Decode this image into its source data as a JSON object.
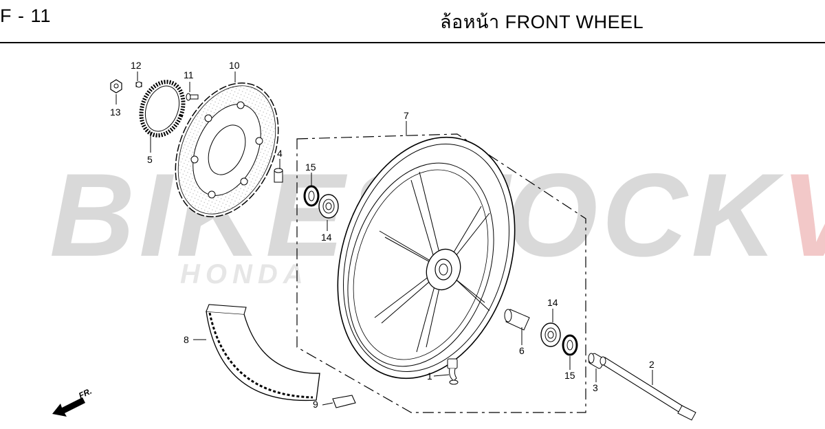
{
  "header": {
    "code": "F - 11",
    "title": "ล้อหน้า  FRONT WHEEL"
  },
  "watermark": {
    "dark_text": "BIKESTOCK",
    "accent_text": "VN",
    "sub_text": "HONDA",
    "dark_color": "#d9d9d9",
    "accent_color": "#f2c8c8"
  },
  "direction_marker": {
    "label": "FR.",
    "icon": "arrow-left-down-icon"
  },
  "parts": [
    {
      "ref": "1",
      "name": "valve-stem"
    },
    {
      "ref": "2",
      "name": "front-axle"
    },
    {
      "ref": "3",
      "name": "axle-collar"
    },
    {
      "ref": "4",
      "name": "side-collar"
    },
    {
      "ref": "5",
      "name": "abs-pulser-ring"
    },
    {
      "ref": "6",
      "name": "distance-collar"
    },
    {
      "ref": "7",
      "name": "front-wheel"
    },
    {
      "ref": "8",
      "name": "wheel-sticker"
    },
    {
      "ref": "9",
      "name": "balance-weight"
    },
    {
      "ref": "10",
      "name": "brake-disc"
    },
    {
      "ref": "11",
      "name": "disc-bolt"
    },
    {
      "ref": "12",
      "name": "pulser-screw"
    },
    {
      "ref": "13",
      "name": "nut"
    },
    {
      "ref": "14",
      "name": "bearing"
    },
    {
      "ref": "15",
      "name": "dust-seal"
    }
  ]
}
